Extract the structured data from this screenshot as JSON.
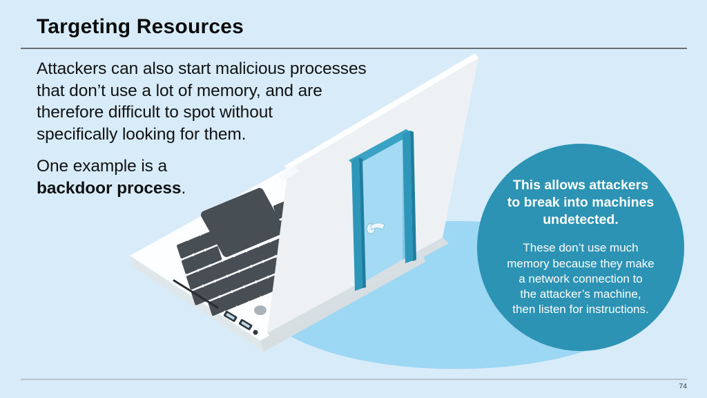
{
  "slide": {
    "title": "Targeting Resources",
    "page_number": "74",
    "body": {
      "paragraph1": "Attackers can also start malicious processes\nthat don’t use a lot of memory, and are\ntherefore difficult to spot without\nspecifically looking for them.",
      "paragraph2_intro": "One example is a",
      "paragraph2_bold": "backdoor process",
      "paragraph2_suffix": "."
    },
    "callout": {
      "heading": "This allows attackers\nto break into machines\nundetected.",
      "body": "These don’t use much\nmemory because they make\na network connection to\nthe attacker’s machine,\nthen listen for instructions."
    },
    "illustration": "laptop-with-open-backdoor",
    "colors": {
      "background": "#d7ecf8",
      "callout_circle": "#2d93b4",
      "shadow": "#9cd7f3",
      "door_frame": "#2e96b8",
      "door_frame_dark": "#1f7e9f",
      "door_frame_light": "#3aa2c4",
      "door_panel": "#a4daf3",
      "text": "#101214",
      "callout_text": "#ffffff"
    }
  }
}
